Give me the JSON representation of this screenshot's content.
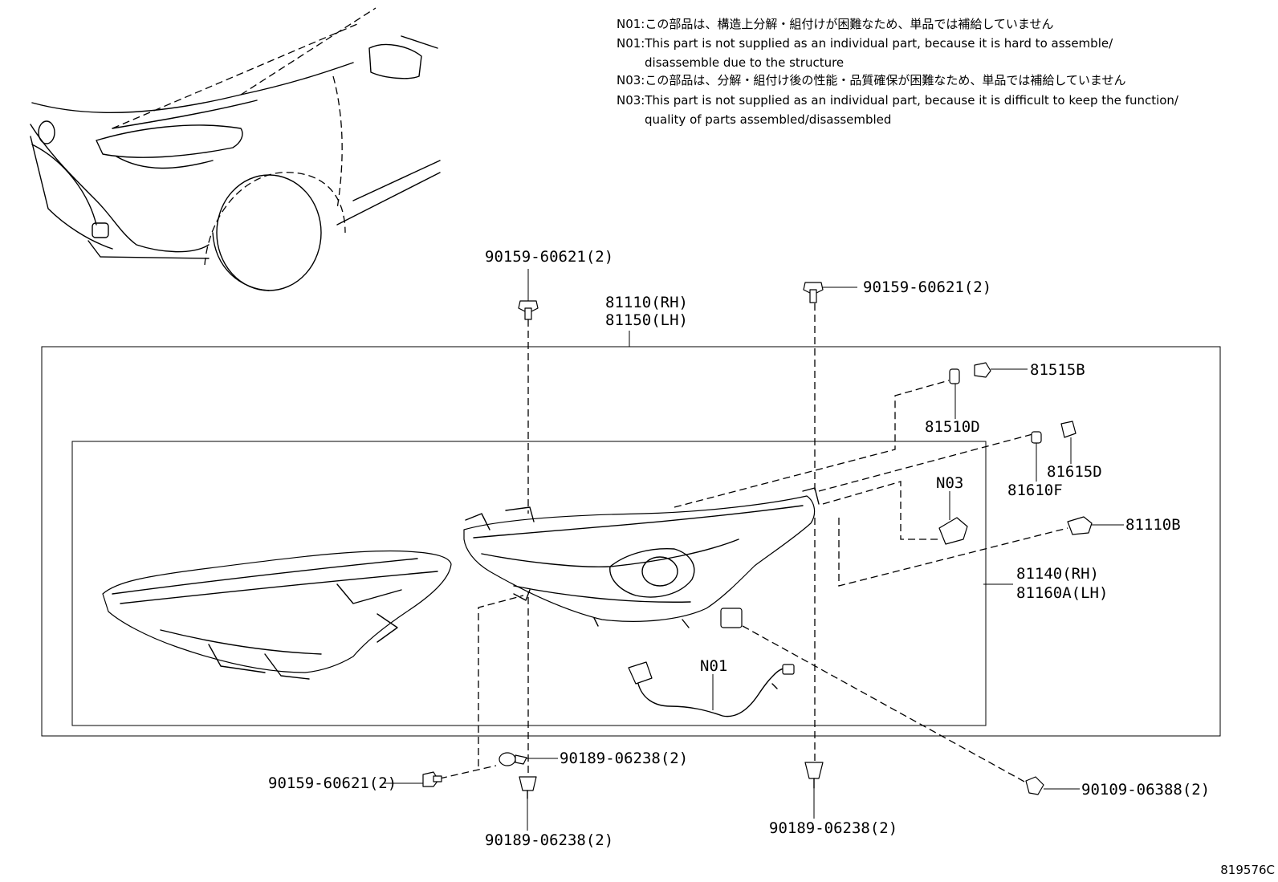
{
  "notes": [
    "N01:この部品は、構造上分解・組付けが困難なため、単品では補給していません",
    "N01:This part is not supplied as an individual part, because it is hard to assemble/",
    "disassemble due to the structure",
    "N03:この部品は、分解・組付け後の性能・品質確保が困難なため、単品では補給していません",
    "N03:This part is not supplied as an individual part, because it is difficult to keep the function/",
    "quality of parts assembled/disassembled"
  ],
  "parts": {
    "bolt_top_left": "90159-60621(2)",
    "bolt_top_right": "90159-60621(2)",
    "headlamp_rh": "81110(RH)",
    "headlamp_lh": "81150(LH)",
    "socket_81515B": "81515B",
    "bulb_81510D": "81510D",
    "socket_81615D": "81615D",
    "bulb_81610F": "81610F",
    "unit_81110B": "81110B",
    "note_n03": "N03",
    "lamp_unit_rh": "81140(RH)",
    "lamp_unit_lh": "81160A(LH)",
    "note_n01": "N01",
    "clip_left_upper": "90189-06238(2)",
    "bolt_bottom_left": "90159-60621(2)",
    "clip_left_lower": "90189-06238(2)",
    "clip_center_lower": "90189-06238(2)",
    "bolt_bottom_right": "90109-06388(2)"
  },
  "illustration_id": "819576C"
}
